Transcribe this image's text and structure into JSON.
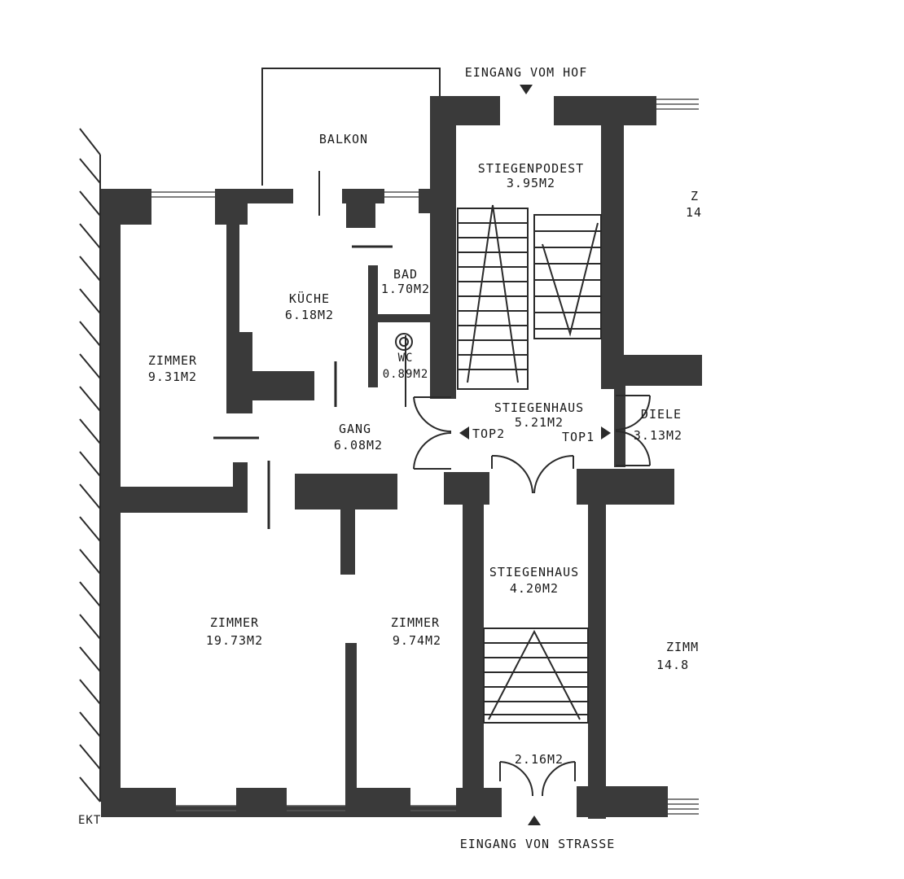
{
  "rooms": {
    "balkon": {
      "name": "BALKON"
    },
    "stiegenpodest": {
      "name": "STIEGENPODEST",
      "area": "3.95M2"
    },
    "partial_top": {
      "name": "Z",
      "area": "14"
    },
    "bad": {
      "name": "BAD",
      "area": "1.70M2"
    },
    "kueche": {
      "name": "KÜCHE",
      "area": "6.18M2"
    },
    "wc": {
      "name": "WC",
      "area": "0.89M2"
    },
    "zimmer_a": {
      "name": "ZIMMER",
      "area": "9.31M2"
    },
    "stiegenhaus_upper": {
      "name": "STIEGENHAUS",
      "area": "5.21M2"
    },
    "diele": {
      "name": "DIELE",
      "area": "3.13M2"
    },
    "gang": {
      "name": "GANG",
      "area": "6.08M2"
    },
    "stiegenhaus_lower": {
      "name": "STIEGENHAUS",
      "area": "4.20M2"
    },
    "zimmer_b": {
      "name": "ZIMMER",
      "area": "19.73M2"
    },
    "zimmer_c": {
      "name": "ZIMMER",
      "area": "9.74M2"
    },
    "partial_bottom": {
      "name": "ZIMM",
      "area": "14.8"
    },
    "vestibule": {
      "area": "2.16M2"
    }
  },
  "labels": {
    "top2": "TOP2",
    "top1": "TOP1",
    "entrance_yard": "EINGANG VOM HOF",
    "entrance_street": "EINGANG VON STRASSE",
    "left_edge": "EKT"
  }
}
